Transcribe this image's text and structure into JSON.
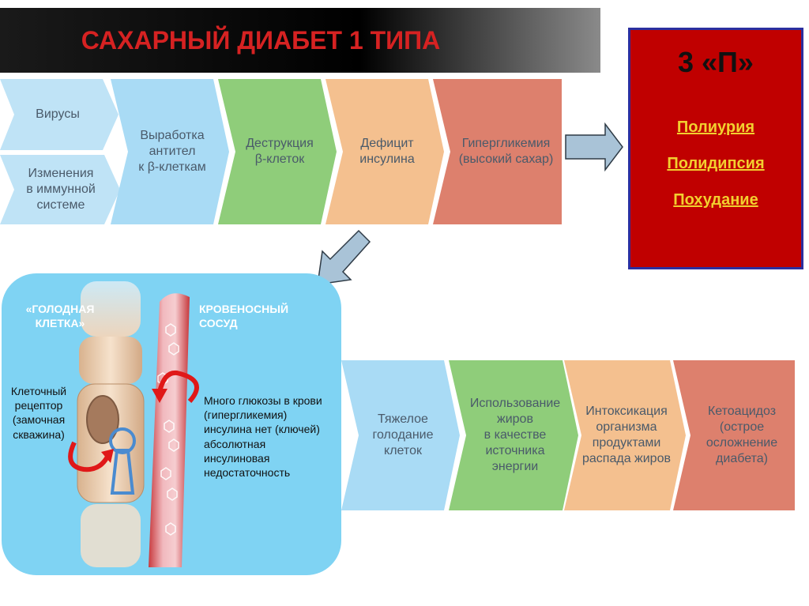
{
  "title": "САХАРНЫЙ ДИАБЕТ 1 ТИПА",
  "top_flow": {
    "viruses": "Вирусы",
    "immune": [
      "Изменения",
      "в иммунной",
      "системе"
    ],
    "antibodies": [
      "Выработка",
      "антител",
      "к β-клеткам"
    ],
    "destruction": [
      "Деструкция",
      "β-клеток"
    ],
    "deficit": [
      "Дефицит",
      "инсулина"
    ],
    "hyperglycemia": [
      "Гипергликемия",
      "(высокий сахар)"
    ]
  },
  "three_p": {
    "heading": "3 «П»",
    "items": [
      "Полиурия",
      "Полидипсия",
      "Похудание"
    ]
  },
  "illustration": {
    "hungry_cell": [
      "«ГОЛОДНАЯ",
      "КЛЕТКА»"
    ],
    "vessel": [
      "КРОВЕНОСНЫЙ",
      "СОСУД"
    ],
    "receptor": [
      "Клеточный",
      "рецептор",
      "(замочная",
      "скважина)"
    ],
    "note": [
      "Много глюкозы в крови",
      "(гипергликемия)",
      "инсулина нет (ключей)",
      "абсолютная",
      "инсулиновая",
      "недостаточность"
    ]
  },
  "bottom_flow": {
    "starvation": [
      "Тяжелое",
      "голодание",
      "клеток"
    ],
    "fats": [
      "Использование",
      "жиров",
      "в качестве",
      "источника",
      "энергии"
    ],
    "intoxication": [
      "Интоксикация",
      "организма",
      "продуктами",
      "распада жиров"
    ],
    "ketoacidosis": [
      "Кетоацидоз",
      "(острое",
      "осложнение",
      "диабета)"
    ]
  },
  "colors": {
    "title_red": "#d62222",
    "chevron_blue_light": "#bfe3f6",
    "chevron_blue": "#a9dbf5",
    "chevron_green": "#8fcd7a",
    "chevron_orange": "#f4c08f",
    "chevron_red": "#dd806d",
    "box_red": "#c00000",
    "box_border": "#2b2fa0",
    "box_text": "#f2cf2f",
    "panel_blue": "#7fd3f3"
  }
}
